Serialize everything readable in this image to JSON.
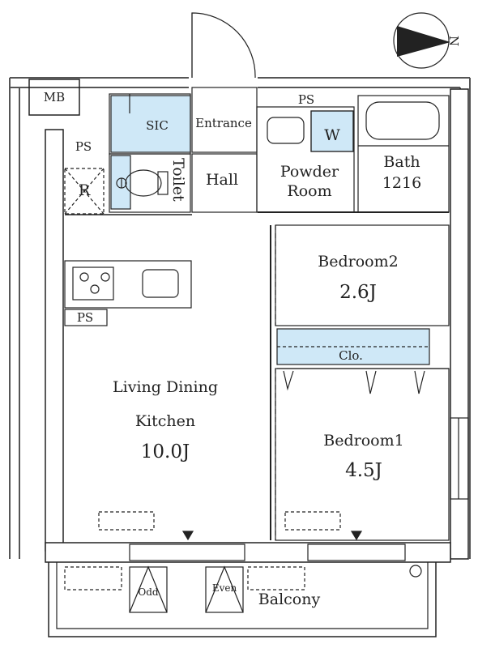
{
  "floorplan": {
    "compass": {
      "label": "N"
    },
    "rooms": {
      "mb": "MB",
      "ps_top": "PS",
      "ps_left": "PS",
      "ps_kitchen": "PS",
      "sic": "SIC",
      "entrance": "Entrance",
      "r": "R",
      "toilet": "Toilet",
      "hall": "Hall",
      "powder_line1": "Powder",
      "powder_line2": "Room",
      "w": "W",
      "bath_line1": "Bath",
      "bath_line2": "1216",
      "bedroom2": "Bedroom2",
      "bedroom2_size": "2.6J",
      "clo": "Clo.",
      "ldk_line1": "Living Dining",
      "ldk_line2": "Kitchen",
      "ldk_size": "10.0J",
      "bedroom1": "Bedroom1",
      "bedroom1_size": "4.5J",
      "balcony": "Balcony",
      "odd": "Odd",
      "even": "Even"
    },
    "colors": {
      "wall": "#666666",
      "storage_fill": "#cfe8f7",
      "line": "#222222"
    }
  }
}
